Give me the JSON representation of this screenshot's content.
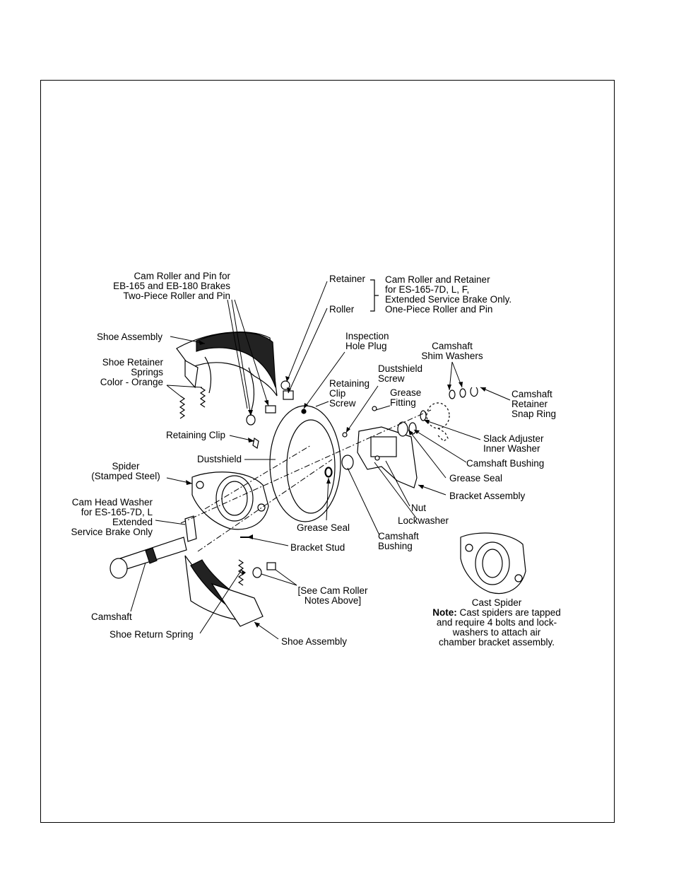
{
  "labels": {
    "cam_roller_pin": "Cam Roller and Pin for\nEB-165 and EB-180 Brakes\nTwo-Piece Roller and Pin",
    "retainer": "Retainer",
    "roller": "Roller",
    "cam_roller_retainer": "Cam Roller and Retainer\nfor ES-165-7D, L, F,\nExtended Service Brake Only.\nOne-Piece Roller and Pin",
    "shoe_assembly_top": "Shoe Assembly",
    "inspection_plug": "Inspection\nHole Plug",
    "camshaft_shim": "Camshaft\nShim Washers",
    "shoe_retainer_springs": "Shoe Retainer\nSprings\nColor - Orange",
    "dustshield_screw": "Dustshield\nScrew",
    "retaining_clip_screw": "Retaining\nClip\nScrew",
    "grease_fitting": "Grease\nFitting",
    "camshaft_snap_ring": "Camshaft\nRetainer\nSnap Ring",
    "retaining_clip": "Retaining Clip",
    "slack_adjuster_washer": "Slack Adjuster\nInner Washer",
    "dustshield": "Dustshield",
    "camshaft_bushing_right": "Camshaft Bushing",
    "spider": "Spider\n(Stamped Steel)",
    "grease_seal_right": "Grease Seal",
    "bracket_assembly": "Bracket Assembly",
    "nut": "Nut",
    "lockwasher": "Lockwasher",
    "cam_head_washer": "Cam Head Washer\nfor ES-165-7D, L\nExtended\nService Brake Only",
    "grease_seal_mid": "Grease Seal",
    "camshaft_bushing_mid": "Camshaft\nBushing",
    "bracket_stud": "Bracket Stud",
    "see_cam_roller": "[See Cam Roller\nNotes Above]",
    "cast_spider": "Cast Spider",
    "note_prefix": "Note:",
    "note_line1": " Cast spiders are tapped",
    "note_rest": "and require 4 bolts and lock-\nwashers to attach air\nchamber bracket assembly.",
    "camshaft": "Camshaft",
    "shoe_return_spring": "Shoe Return Spring",
    "shoe_assembly_bottom": "Shoe Assembly"
  }
}
